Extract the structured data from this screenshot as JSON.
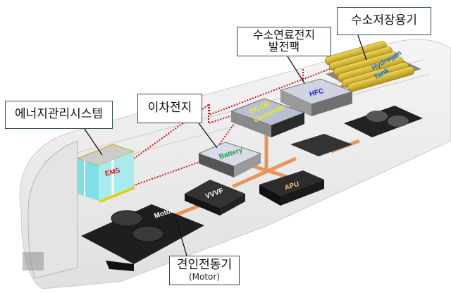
{
  "callouts": {
    "hydrogen_storage": "수소저장용기",
    "fuel_cell_line1": "수소연료전지",
    "fuel_cell_line2": "발전팩",
    "battery": "이차전지",
    "ems": "에너지관리시스템",
    "motor_ko": "견인전동기",
    "motor_en": "(Motor)"
  },
  "components": {
    "hydrogen_tank_line1": "Hydrogen",
    "hydrogen_tank_line2": "Tank",
    "hfc": "HFC",
    "dcdc_line1": "DC-DC",
    "dcdc_line2": "Converter",
    "battery": "Battery",
    "ems": "EMS",
    "vvvf": "VVVF",
    "apu": "APU",
    "motor": "Motor"
  },
  "colors": {
    "pipe": "#e8955a",
    "dotted_link": "#e01010",
    "ems_label": "#e01010",
    "battery_label": "#1aa040",
    "dcdc_label": "#f0f000",
    "hfc_label": "#1a1aff",
    "tank_label": "#1a6fd8",
    "tank": "#d8b828"
  }
}
